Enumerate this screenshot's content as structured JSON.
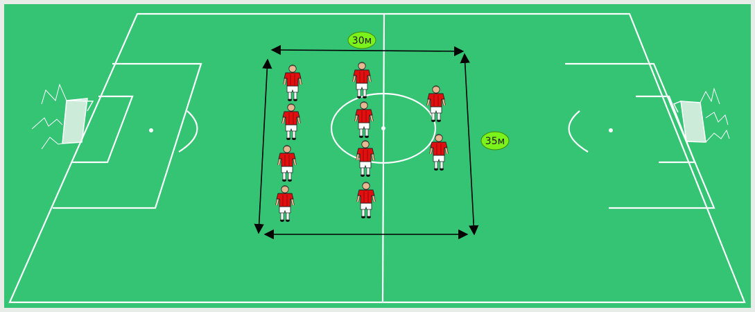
{
  "diagram": {
    "colors": {
      "border": "#e8ece8",
      "grass": "#35c474",
      "lines": "#ffffff",
      "jersey": "#e01010",
      "shorts": "#ffffff",
      "badge": "#7cf21c",
      "arrows": "#000000"
    },
    "labels": {
      "width_label": "30м",
      "length_label": "35м"
    },
    "players": {
      "total": 10,
      "columns": [
        4,
        4,
        2
      ]
    }
  }
}
